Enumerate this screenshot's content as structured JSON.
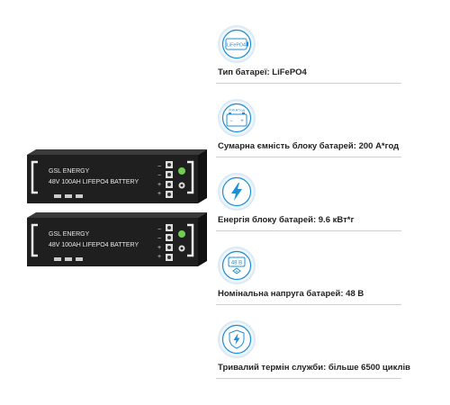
{
  "battery": {
    "brand": "GSL ENERGY",
    "model": "48V 100AH LIFEPO4 BATTERY",
    "terminal_minus": "−",
    "terminal_plus": "+"
  },
  "specs": [
    {
      "icon": "lifepo4-icon",
      "icon_text": "LiFePO4",
      "label": "Тип батареї: LiFePO4"
    },
    {
      "icon": "capacity-icon",
      "icon_text": "200 A*год",
      "label": "Сумарна ємність блоку батарей: 200 А*год"
    },
    {
      "icon": "lightning-icon",
      "icon_text": "",
      "label": "Енергія блоку батарей: 9.6 кВт*г"
    },
    {
      "icon": "voltage-icon",
      "icon_text": "48 В",
      "label": "Номінальна напруга батарей: 48 В"
    },
    {
      "icon": "shield-lightning-icon",
      "icon_text": "",
      "label": "Тривалий термін служби: більше 6500 циклів"
    }
  ],
  "colors": {
    "accent": "#1e8fd6",
    "icon_ring": "#dceaf6",
    "battery_body": "#2b2b2b",
    "battery_front": "#1c1c1c",
    "rule": "#cfcfcf"
  }
}
